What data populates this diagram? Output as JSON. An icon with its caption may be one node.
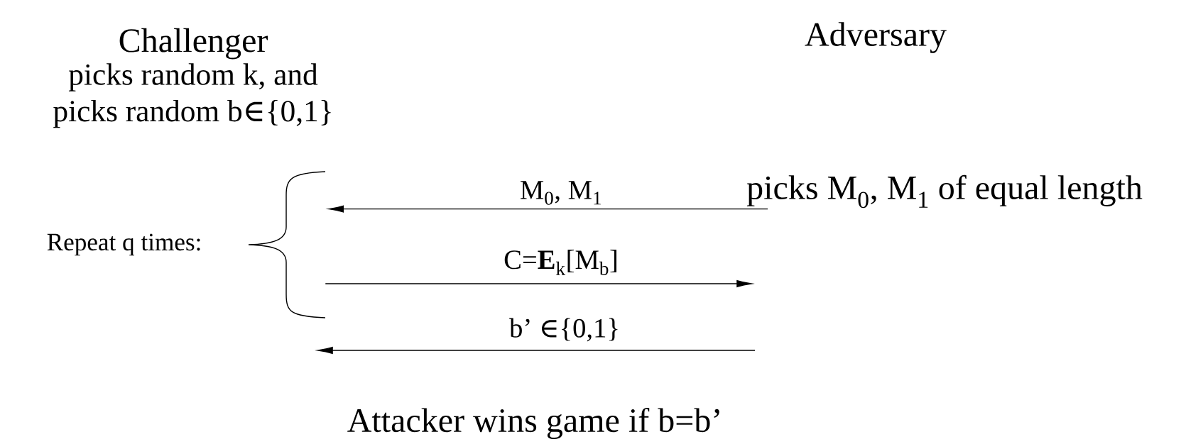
{
  "diagram": {
    "nodes": [
      {
        "text": [
          "Challenger",
          "picks random k, and picks random b∈{0,1}"
        ]
      },
      {
        "text": [
          "Adversary"
        ]
      },
      {
        "text": [
          "picks M$_{0}$, M$_{1}$ of equal length"
        ]
      },
      {
        "text": [],
        "shape": "bracket"
      }
    ],
    "edges": [
      {
        "from": 2,
        "to": 3,
        "arrow": "to",
        "label": "M$_{0}$, M$_{1}$"
      },
      {
        "from": 3,
        "to": null,
        "arrow": "to",
        "label": "C=**E**$_{k}$[M$_{b}$]"
      }
    ],
    "labels": [
      "Repeat q times:",
      "b’ ∈{0,1}",
      "Attacker wins game if b=b’"
    ]
  }
}
